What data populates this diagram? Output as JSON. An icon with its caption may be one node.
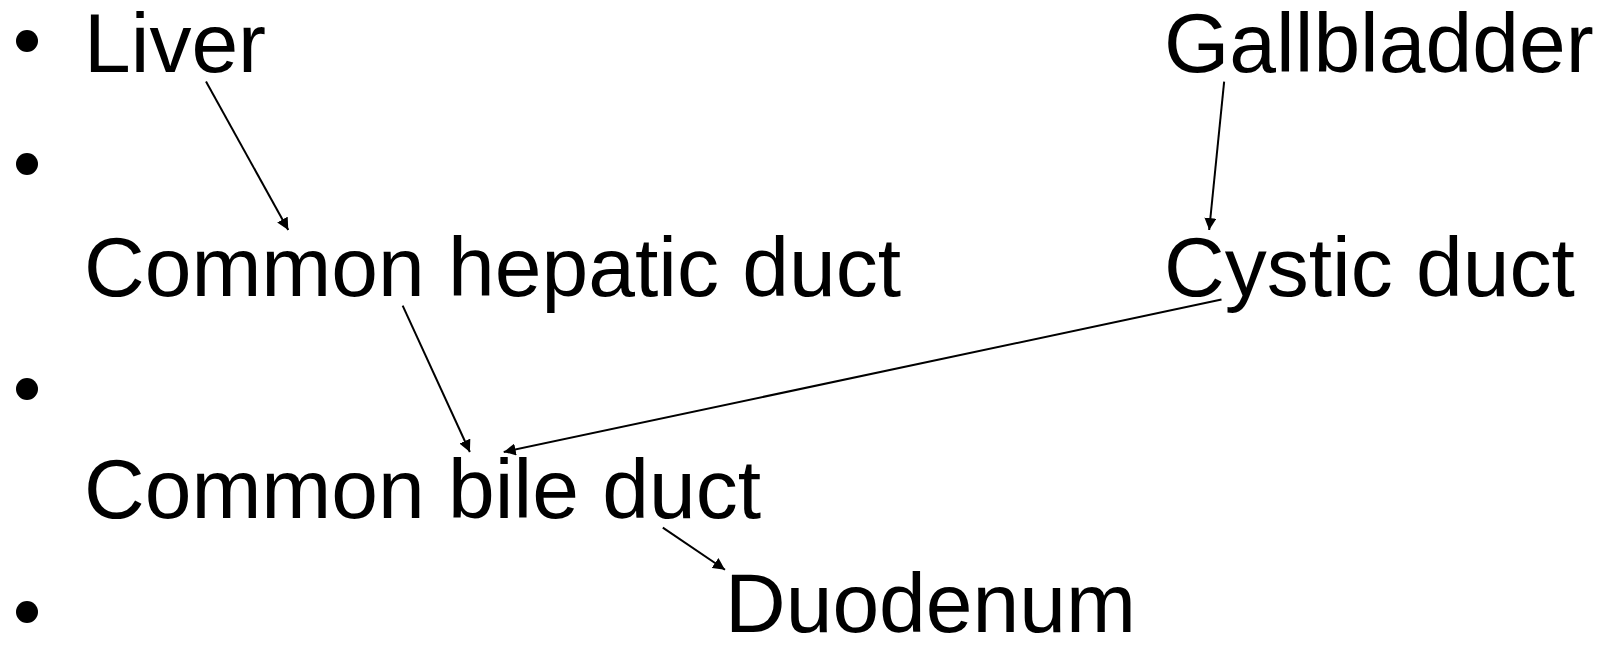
{
  "diagram": {
    "nodes": [
      {
        "text": [
          "Liver"
        ]
      },
      {
        "text": [
          "Gallbladder"
        ]
      },
      {
        "text": [
          "Common hepatic duct"
        ]
      },
      {
        "text": [
          "Cystic duct"
        ]
      },
      {
        "text": [
          "Common bile duct"
        ]
      },
      {
        "text": [
          "Duodenum"
        ]
      }
    ],
    "edges": [
      {
        "from": 0,
        "to": 2,
        "arrow": "to"
      },
      {
        "from": 1,
        "to": 3,
        "arrow": "to"
      },
      {
        "from": 2,
        "to": 4,
        "arrow": "to"
      },
      {
        "from": 3,
        "to": 4,
        "arrow": "to"
      },
      {
        "from": 4,
        "to": 5,
        "arrow": "to"
      }
    ]
  }
}
